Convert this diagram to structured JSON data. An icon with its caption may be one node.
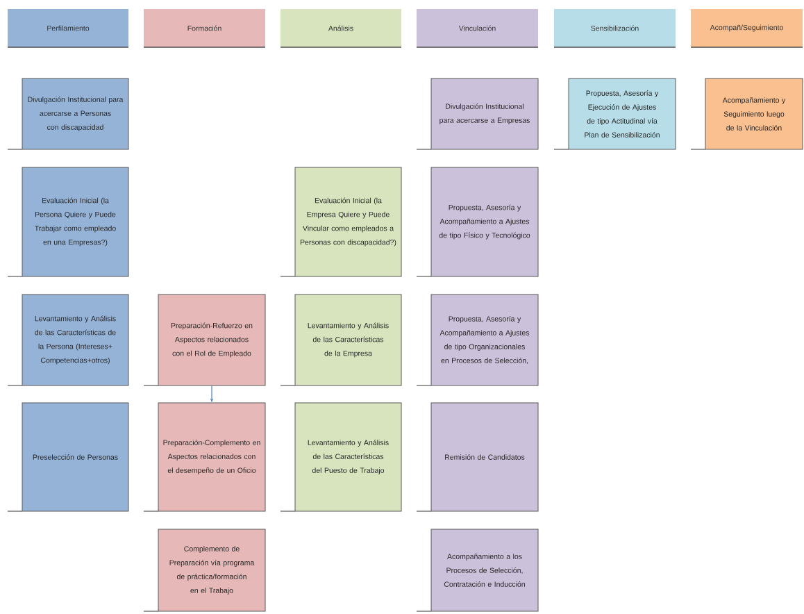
{
  "diagram": {
    "nodes": [
      {
        "text": [
          "Perfilamiento"
        ]
      },
      {
        "text": [
          "Formación"
        ]
      },
      {
        "text": [
          "Análisis"
        ]
      },
      {
        "text": [
          "Vinculación"
        ]
      },
      {
        "text": [
          "Sensibilización"
        ]
      },
      {
        "text": [
          "Acompañ/Seguimiento"
        ]
      },
      {
        "text": [
          "Divulgación Institucional para acercarse a Personas con discapacidad"
        ]
      },
      {
        "text": [
          "Divulgación Institucional para acercarse a Empresas"
        ]
      },
      {
        "text": [
          "Propuesta, Asesoría y Ejecución de Ajustes de tipo Actitudinal vía Plan de Sensibilización"
        ]
      },
      {
        "text": [
          "Acompañamiento y Seguimiento luego de la Vinculación"
        ]
      },
      {
        "text": [
          "Evaluación Inicial (la Persona Quiere y Puede Trabajar como empleado en una Empresas?)"
        ]
      },
      {
        "text": [
          "Evaluación Inicial (la Empresa Quiere y Puede Vincular como empleados a Personas con discapacidad?)"
        ]
      },
      {
        "text": [
          "Propuesta, Asesoría y Acompañamiento a Ajustes de tipo Físico y Tecnológico"
        ]
      },
      {
        "text": [
          "Levantamiento y Análisis de las Características de la Persona (Intereses+ Competencias+otros)"
        ]
      },
      {
        "text": [
          "Preparación-Refuerzo en Aspectos relacionados con el Rol de Empleado"
        ]
      },
      {
        "text": [
          "Levantamiento y Análisis de las Características de la Empresa"
        ]
      },
      {
        "text": [
          "Propuesta, Asesoría y Acompañamiento a Ajustes de tipo Organizacionales en Procesos de Selección,"
        ]
      },
      {
        "text": [
          "Preselección de Personas"
        ]
      },
      {
        "text": [
          "Preparación-Complemento en Aspectos relacionados con el desempeño de un Oficio"
        ]
      },
      {
        "text": [
          "Levantamiento y Análisis de las Características del Puesto de Trabajo"
        ]
      },
      {
        "text": [
          "Remisión de Candidatos"
        ]
      },
      {
        "text": [
          "Complemento de Preparación vía programa de práctica/formación en el Trabajo"
        ]
      },
      {
        "text": [
          "Acompañamiento a los Procesos de Selección, Contratación e Inducción"
        ]
      }
    ],
    "edges": [
      {
        "from": 14,
        "to": 18,
        "arrow": "to"
      }
    ]
  }
}
